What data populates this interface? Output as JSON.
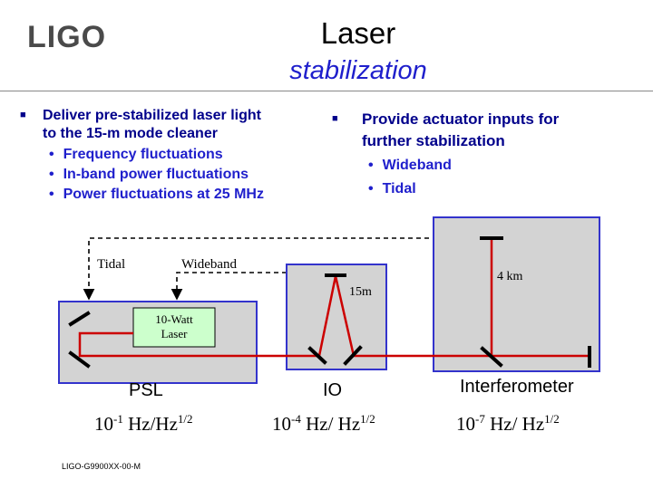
{
  "header": {
    "logo": "LIGO",
    "title_line1": "Laser",
    "title_line2": "stabilization"
  },
  "left_bullet": {
    "text_line1": "Deliver pre-stabilized laser light",
    "text_line2": "to the 15-m mode cleaner",
    "subitems": [
      "Frequency fluctuations",
      "In-band power fluctuations",
      "Power  fluctuations at 25 MHz"
    ]
  },
  "right_bullet": {
    "text_line1": "Provide actuator inputs for",
    "text_line2": "further stabilization",
    "subitems": [
      "Wideband",
      "Tidal"
    ]
  },
  "diagram": {
    "tidal_label": "Tidal",
    "wideband_label": "Wideband",
    "laser_label_line1": "10-Watt",
    "laser_label_line2": "Laser",
    "mc_length": "15m",
    "arm_length": "4 km",
    "psl_label": "PSL",
    "io_label": "IO",
    "ifo_label": "Interferometer",
    "psl_noise_base": "10",
    "psl_noise_exp": "-1",
    "psl_noise_unit": " Hz/Hz",
    "psl_noise_unit_exp": "1/2",
    "io_noise_base": "10",
    "io_noise_exp": "-4",
    "io_noise_unit": " Hz/ Hz",
    "io_noise_unit_exp": "1/2",
    "ifo_noise_base": "10",
    "ifo_noise_exp": "-7",
    "ifo_noise_unit": " Hz/ Hz",
    "ifo_noise_unit_exp": "1/2"
  },
  "footer": {
    "doc_id": "LIGO-G9900XX-00-M"
  },
  "colors": {
    "box_fill": "#d3d3d3",
    "box_border": "#3333cc",
    "laser_fill": "#ccffcc",
    "beam": "#cc0000",
    "title_accent": "#1f1fcc",
    "text_dark_blue": "#00008b"
  }
}
